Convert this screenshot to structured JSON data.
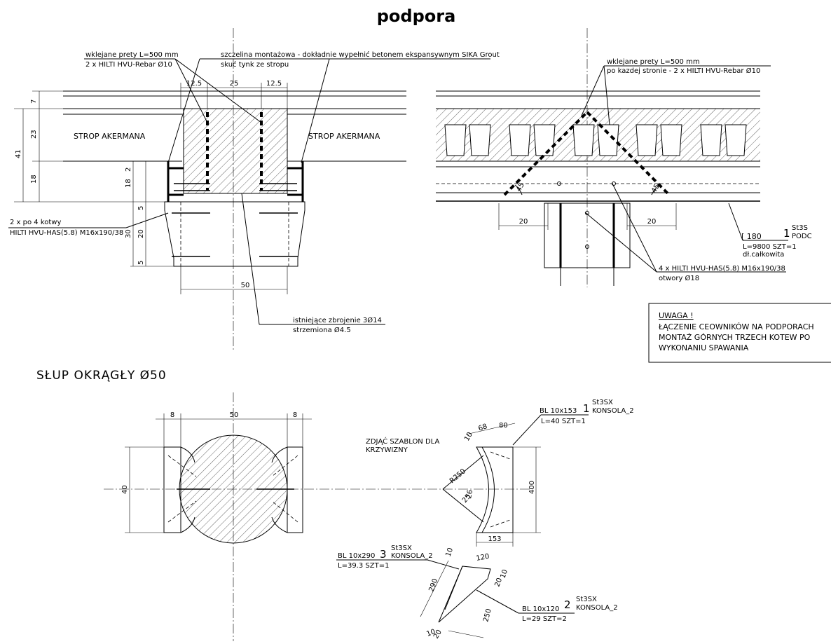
{
  "title": "podpora",
  "section_left": {
    "labels": {
      "rebar_top": "wklejane prety L=500 mm",
      "rebar_spec": "2 x HILTI HVU-Rebar Ø10",
      "gap_note": "szczelina montażowa - dokładnie wypełnić betonem ekspansywnym SIKA Grout",
      "plaster_note": "skuć tynk ze stropu",
      "slab_left": "STROP AKERMANA",
      "slab_right": "STROP AKERMANA",
      "anchors_1": "2 x po 4 kotwy",
      "anchors_2": "HILTI HVU-HAS(5.8) M16x190/38",
      "existing_1": "istniejące zbrojenie 3Ø14",
      "existing_2": "strzemiona Ø4.5"
    },
    "dims": {
      "d12a": "12.5",
      "d25": "25",
      "d12b": "12.5",
      "d7": "7",
      "d23": "23",
      "d41": "41",
      "d18": "18",
      "d2": "2",
      "d18b": "18",
      "d5a": "5",
      "d30": "30",
      "d20": "20",
      "d5b": "5",
      "d50": "50"
    }
  },
  "section_right": {
    "labels": {
      "rebar_top": "wklejane prety L=500 mm",
      "rebar_spec": "po kazdej stronie - 2 x HILTI HVU-Rebar Ø10",
      "channel": "[ 180",
      "channel_pos": "1",
      "channel_mat": "St3S",
      "channel_part": "PODC",
      "channel_len": "L=9800 SZT=1",
      "channel_note": "dł.całkowita",
      "anchors_1": "4 x HILTI HVU-HAS(5.8) M16x190/38",
      "anchors_2": "otwory Ø18"
    },
    "dims": {
      "d20a": "20",
      "d20b": "20",
      "a45a": "45",
      "a45b": "45"
    }
  },
  "note": {
    "title": "UWAGA !",
    "line1": "ŁĄCZENIE CEOWNIKÓW NA PODPORACH",
    "line2": "MONTAŻ GÓRNYCH TRZECH KOTEW PO",
    "line3": "WYKONANIU SPAWANIA"
  },
  "column": {
    "title": "SŁUP OKRĄGŁY Ø50",
    "dims": {
      "d8a": "8",
      "d50": "50",
      "d8b": "8",
      "d40": "40"
    }
  },
  "plate1": {
    "name": "BL 10x153",
    "pos": "1",
    "mat": "St3SX",
    "part": "KONSOLA_2",
    "qty": "L=40 SZT=1",
    "note_1": "ZDJĄĆ SZABLON DLA",
    "note_2": "KRZYWIZNY",
    "dims": {
      "r250": "R250",
      "d10": "10",
      "d68": "68",
      "d80": "80",
      "d400": "400",
      "d153": "153",
      "d26": "26",
      "d25": "25"
    }
  },
  "plate3": {
    "name": "BL 10x290",
    "pos": "3",
    "mat": "St3SX",
    "part": "KONSOLA_2",
    "qty": "L=39.3 SZT=1",
    "dims": {
      "d10": "10",
      "d120": "120",
      "d290": "290",
      "d20": "20",
      "d10b": "10",
      "d10c": "10",
      "d20b": "20"
    }
  },
  "plate2": {
    "name": "BL 10x120",
    "pos": "2",
    "mat": "St3SX",
    "part": "KONSOLA_2",
    "qty": "L=29 SZT=2",
    "dims": {
      "d250": "250"
    }
  }
}
